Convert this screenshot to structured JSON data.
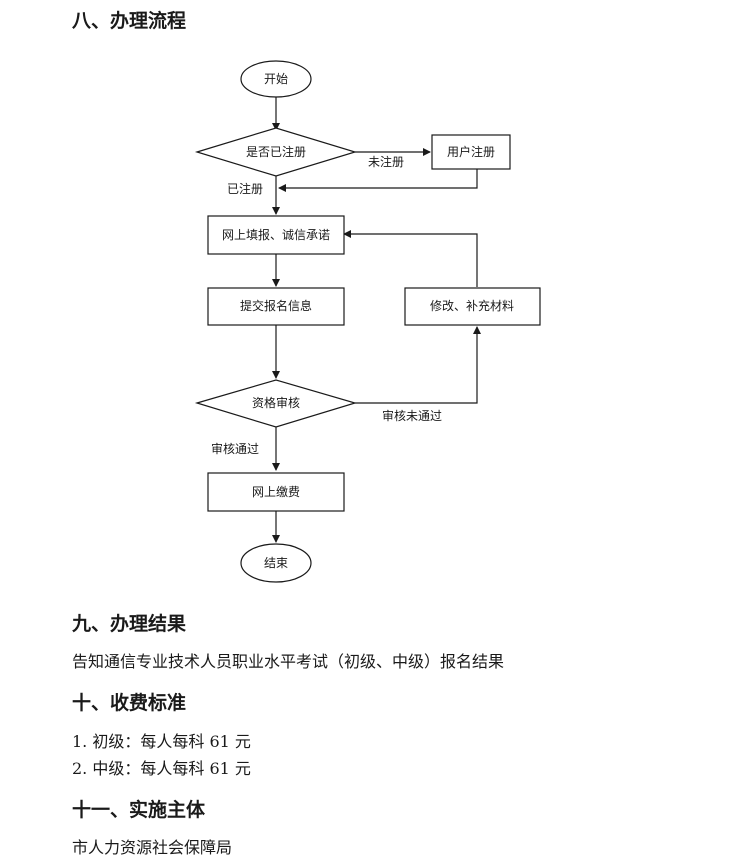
{
  "sections": {
    "process": {
      "title": "八、办理流程"
    },
    "result": {
      "title": "九、办理结果",
      "text": "告知通信专业技术人员职业水平考试（初级、中级）报名结果"
    },
    "fees": {
      "title": "十、收费标准",
      "items": [
        "1. 初级：每人每科 61 元",
        "2. 中级：每人每科 61 元"
      ]
    },
    "authority": {
      "title": "十一、实施主体",
      "text": "市人力资源社会保障局"
    }
  },
  "flowchart": {
    "start": "开始",
    "registered_check": "是否已注册",
    "not_registered": "未注册",
    "user_register": "用户注册",
    "registered": "已注册",
    "fill_online": "网上填报、诚信承诺",
    "submit_info": "提交报名信息",
    "modify_materials": "修改、补充材料",
    "qualification_review": "资格审核",
    "review_failed": "审核未通过",
    "review_passed": "审核通过",
    "pay_online": "网上缴费",
    "end": "结束"
  }
}
